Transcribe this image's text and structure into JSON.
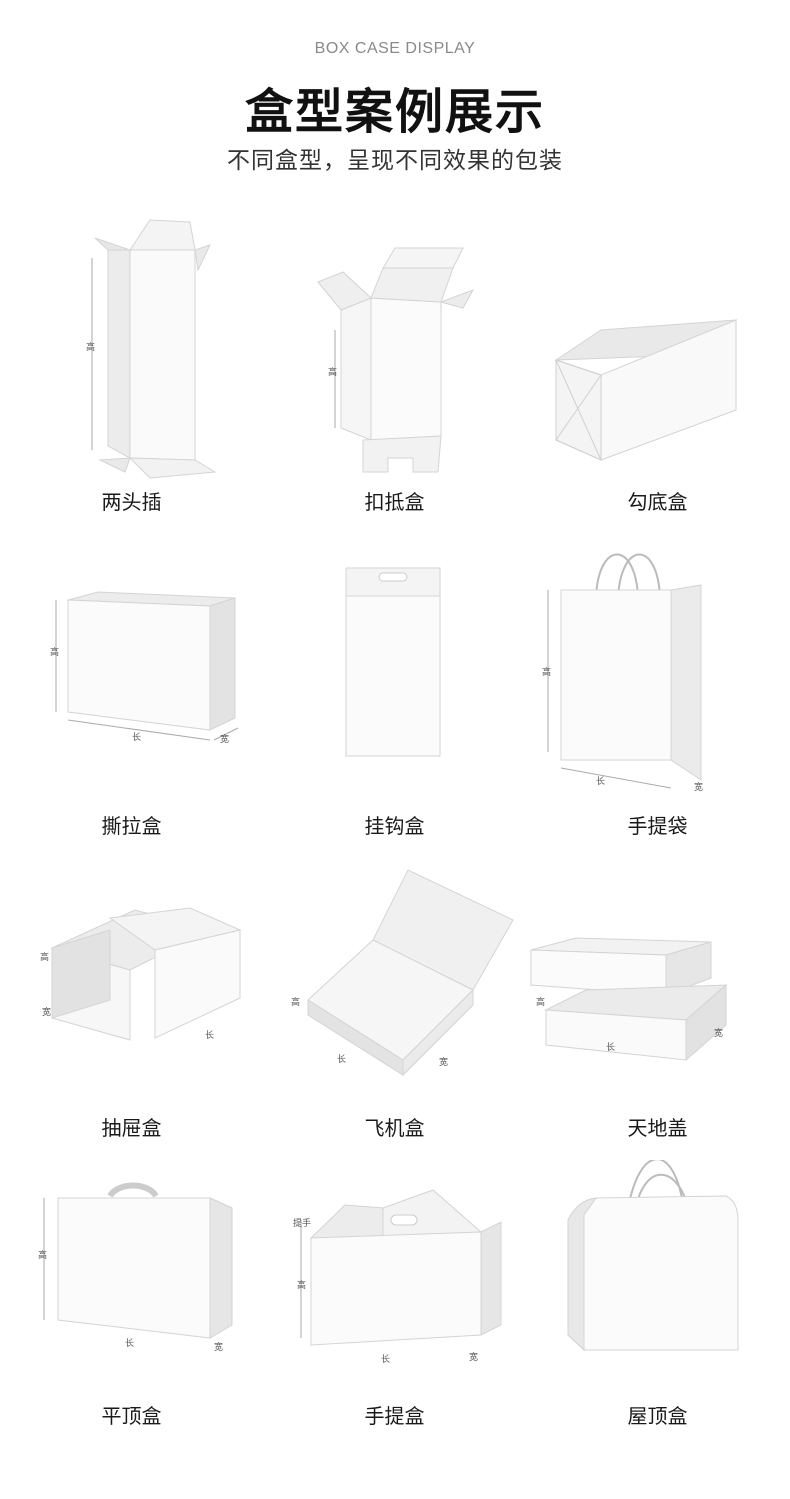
{
  "header": {
    "eyebrow": "BOX CASE DISPLAY",
    "title": "盒型案例展示",
    "subtitle": "不同盒型，呈现不同效果的包装"
  },
  "items": [
    {
      "label": "两头插",
      "icon": "tuck-end-box"
    },
    {
      "label": "扣抵盒",
      "icon": "lock-bottom-box"
    },
    {
      "label": "勾底盒",
      "icon": "crash-lock-box"
    },
    {
      "label": "撕拉盒",
      "icon": "tear-strip-box"
    },
    {
      "label": "挂钩盒",
      "icon": "hang-tab-box"
    },
    {
      "label": "手提袋",
      "icon": "paper-bag"
    },
    {
      "label": "抽屉盒",
      "icon": "drawer-box"
    },
    {
      "label": "飞机盒",
      "icon": "mailer-box"
    },
    {
      "label": "天地盖",
      "icon": "lid-base-box"
    },
    {
      "label": "平顶盒",
      "icon": "flat-top-handle-box"
    },
    {
      "label": "手提盒",
      "icon": "handle-carry-box"
    },
    {
      "label": "屋顶盒",
      "icon": "roof-bag-box"
    }
  ],
  "dimension_labels": {
    "height": "高",
    "length": "长",
    "width": "宽",
    "handle": "提手"
  },
  "colors": {
    "face_light": "#fbfbfb",
    "face_mid": "#efefef",
    "face_dark": "#dedede",
    "edge": "#cfcfcf"
  }
}
